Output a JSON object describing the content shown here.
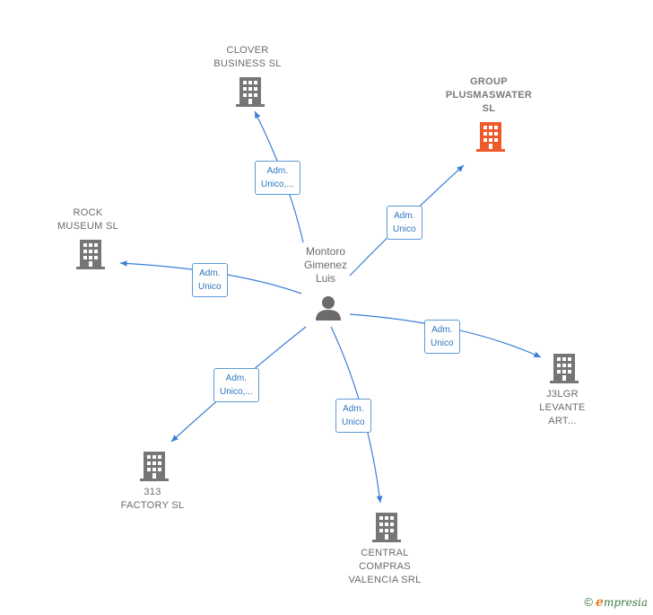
{
  "colors": {
    "edge": "#3a7fd5",
    "company": "#767676",
    "company_highlight": "#ef5a2a",
    "person": "#6b6b6b"
  },
  "person": {
    "name_lines": [
      "Montoro",
      "Gimenez",
      "Luis"
    ],
    "icon": "person-icon"
  },
  "companies": [
    {
      "id": "clover",
      "lines": [
        "CLOVER",
        "BUSINESS  SL"
      ],
      "icon": "building-icon",
      "highlight": false
    },
    {
      "id": "plusmaswater",
      "lines": [
        "GROUP",
        "PLUSMASWATER",
        "SL"
      ],
      "icon": "building-icon",
      "highlight": true
    },
    {
      "id": "rock",
      "lines": [
        "ROCK",
        "MUSEUM  SL"
      ],
      "icon": "building-icon",
      "highlight": false
    },
    {
      "id": "j3lgr",
      "lines": [
        "J3LGR",
        "LEVANTE",
        "ART..."
      ],
      "icon": "building-icon",
      "highlight": false
    },
    {
      "id": "factory",
      "lines": [
        "313",
        "FACTORY  SL"
      ],
      "icon": "building-icon",
      "highlight": false
    },
    {
      "id": "central",
      "lines": [
        "CENTRAL",
        "COMPRAS",
        "VALENCIA SRL"
      ],
      "icon": "building-icon",
      "highlight": false
    }
  ],
  "edges": [
    {
      "to": "clover",
      "lines": [
        "Adm.",
        "Unico,..."
      ]
    },
    {
      "to": "plusmaswater",
      "lines": [
        "Adm.",
        "Unico"
      ]
    },
    {
      "to": "rock",
      "lines": [
        "Adm.",
        "Unico"
      ]
    },
    {
      "to": "j3lgr",
      "lines": [
        "Adm.",
        "Unico"
      ]
    },
    {
      "to": "factory",
      "lines": [
        "Adm.",
        "Unico,..."
      ]
    },
    {
      "to": "central",
      "lines": [
        "Adm.",
        "Unico"
      ]
    }
  ],
  "footer": {
    "copyright_symbol": "©",
    "brand_initial": "e",
    "brand_rest": "mpresia"
  }
}
